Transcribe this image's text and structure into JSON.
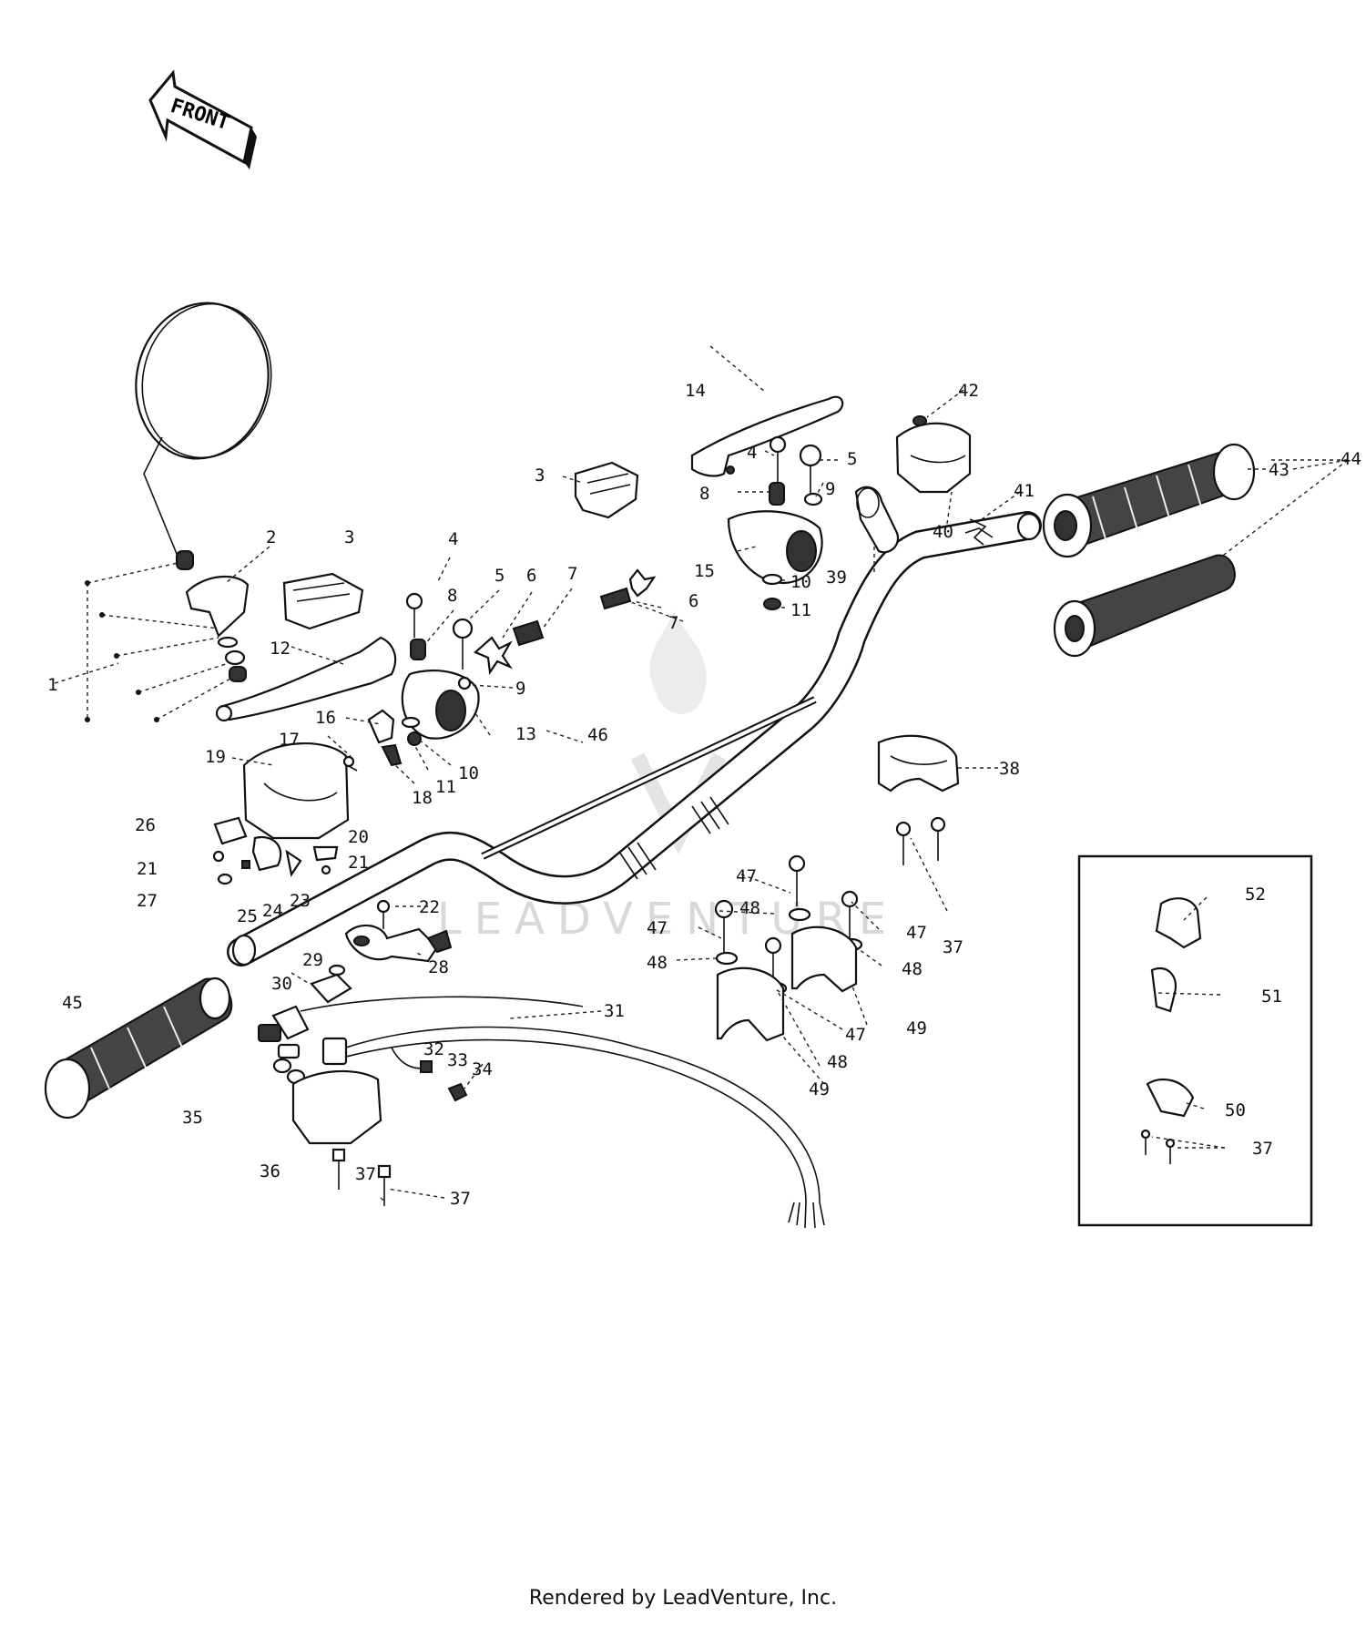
{
  "front_arrow": {
    "label": "FRONT"
  },
  "watermark": {
    "text": "LEADVENTURE"
  },
  "footer": {
    "text": "Rendered by LeadVenture, Inc."
  },
  "callouts": [
    {
      "id": "c1",
      "label": "1"
    },
    {
      "id": "c2",
      "label": "2"
    },
    {
      "id": "c3a",
      "label": "3"
    },
    {
      "id": "c3b",
      "label": "3"
    },
    {
      "id": "c4a",
      "label": "4"
    },
    {
      "id": "c4b",
      "label": "4"
    },
    {
      "id": "c5a",
      "label": "5"
    },
    {
      "id": "c5b",
      "label": "5"
    },
    {
      "id": "c6a",
      "label": "6"
    },
    {
      "id": "c6b",
      "label": "6"
    },
    {
      "id": "c7a",
      "label": "7"
    },
    {
      "id": "c7b",
      "label": "7"
    },
    {
      "id": "c8a",
      "label": "8"
    },
    {
      "id": "c8b",
      "label": "8"
    },
    {
      "id": "c9a",
      "label": "9"
    },
    {
      "id": "c9b",
      "label": "9"
    },
    {
      "id": "c10a",
      "label": "10"
    },
    {
      "id": "c10b",
      "label": "10"
    },
    {
      "id": "c11a",
      "label": "11"
    },
    {
      "id": "c11b",
      "label": "11"
    },
    {
      "id": "c12",
      "label": "12"
    },
    {
      "id": "c13",
      "label": "13"
    },
    {
      "id": "c14",
      "label": "14"
    },
    {
      "id": "c15",
      "label": "15"
    },
    {
      "id": "c16",
      "label": "16"
    },
    {
      "id": "c17",
      "label": "17"
    },
    {
      "id": "c18",
      "label": "18"
    },
    {
      "id": "c19",
      "label": "19"
    },
    {
      "id": "c20",
      "label": "20"
    },
    {
      "id": "c21a",
      "label": "21"
    },
    {
      "id": "c21b",
      "label": "21"
    },
    {
      "id": "c22",
      "label": "22"
    },
    {
      "id": "c23",
      "label": "23"
    },
    {
      "id": "c24",
      "label": "24"
    },
    {
      "id": "c25",
      "label": "25"
    },
    {
      "id": "c26",
      "label": "26"
    },
    {
      "id": "c27",
      "label": "27"
    },
    {
      "id": "c28",
      "label": "28"
    },
    {
      "id": "c29",
      "label": "29"
    },
    {
      "id": "c30",
      "label": "30"
    },
    {
      "id": "c31",
      "label": "31"
    },
    {
      "id": "c32",
      "label": "32"
    },
    {
      "id": "c33",
      "label": "33"
    },
    {
      "id": "c34",
      "label": "34"
    },
    {
      "id": "c35",
      "label": "35"
    },
    {
      "id": "c36",
      "label": "36"
    },
    {
      "id": "c37a",
      "label": "37"
    },
    {
      "id": "c37b",
      "label": "37"
    },
    {
      "id": "c37c",
      "label": "37"
    },
    {
      "id": "c37d",
      "label": "37"
    },
    {
      "id": "c38",
      "label": "38"
    },
    {
      "id": "c39",
      "label": "39"
    },
    {
      "id": "c40",
      "label": "40"
    },
    {
      "id": "c41",
      "label": "41"
    },
    {
      "id": "c42",
      "label": "42"
    },
    {
      "id": "c43",
      "label": "43"
    },
    {
      "id": "c44",
      "label": "44"
    },
    {
      "id": "c45",
      "label": "45"
    },
    {
      "id": "c46",
      "label": "46"
    },
    {
      "id": "c47a",
      "label": "47"
    },
    {
      "id": "c47b",
      "label": "47"
    },
    {
      "id": "c47c",
      "label": "47"
    },
    {
      "id": "c47d",
      "label": "47"
    },
    {
      "id": "c48a",
      "label": "48"
    },
    {
      "id": "c48b",
      "label": "48"
    },
    {
      "id": "c48c",
      "label": "48"
    },
    {
      "id": "c48d",
      "label": "48"
    },
    {
      "id": "c49a",
      "label": "49"
    },
    {
      "id": "c49b",
      "label": "49"
    },
    {
      "id": "c50",
      "label": "50"
    },
    {
      "id": "c51",
      "label": "51"
    },
    {
      "id": "c52",
      "label": "52"
    }
  ]
}
